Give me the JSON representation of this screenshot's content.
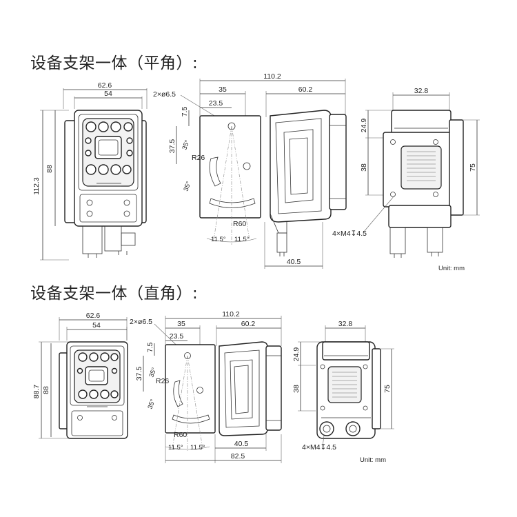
{
  "sections": [
    {
      "title": "设备支架一体（平角）:",
      "dims": {
        "front_width_outer": "62.6",
        "front_width_inner": "54",
        "front_height_inner": "88",
        "front_height_outer": "112.3",
        "hole_spec": "2×ø6.5",
        "bracket_width": "35",
        "hole_offset_x": "23.5",
        "hole_offset_y": "7.5",
        "total_length": "110.2",
        "body_length": "60.2",
        "vertical_offset": "37.5",
        "arc_angle_top": "35°",
        "arc_radius_small": "R26",
        "arc_angle_bottom": "35°",
        "arc_radius_large": "R60",
        "angle_left": "11.5°",
        "angle_right": "11.5°",
        "base_depth": "40.5",
        "back_top_width": "32.8",
        "back_offset": "24.9",
        "back_mid": "38",
        "back_height": "75",
        "thread_spec": "4×M4↧4.5"
      },
      "unit": "Unit: mm"
    },
    {
      "title": "设备支架一体（直角）:",
      "dims": {
        "front_width_outer": "62.6",
        "front_width_inner": "54",
        "front_height_outer": "88.7",
        "front_height_inner": "88",
        "hole_spec": "2×ø6.5",
        "bracket_width": "35",
        "hole_offset_x": "23.5",
        "hole_offset_y": "7.5",
        "total_length": "110.2",
        "body_length": "60.2",
        "vertical_offset": "37.5",
        "arc_angle_top": "35°",
        "arc_radius_small": "R26",
        "arc_angle_bottom": "35°",
        "arc_radius_large": "R60",
        "angle_left": "11.5°",
        "angle_right": "11.5°",
        "base_depth": "40.5",
        "overall_depth": "82.5",
        "back_top_width": "32.8",
        "back_offset": "24.9",
        "back_mid": "38",
        "back_height": "75",
        "thread_spec": "4×M4↧4.5"
      },
      "unit": "Unit: mm"
    }
  ]
}
